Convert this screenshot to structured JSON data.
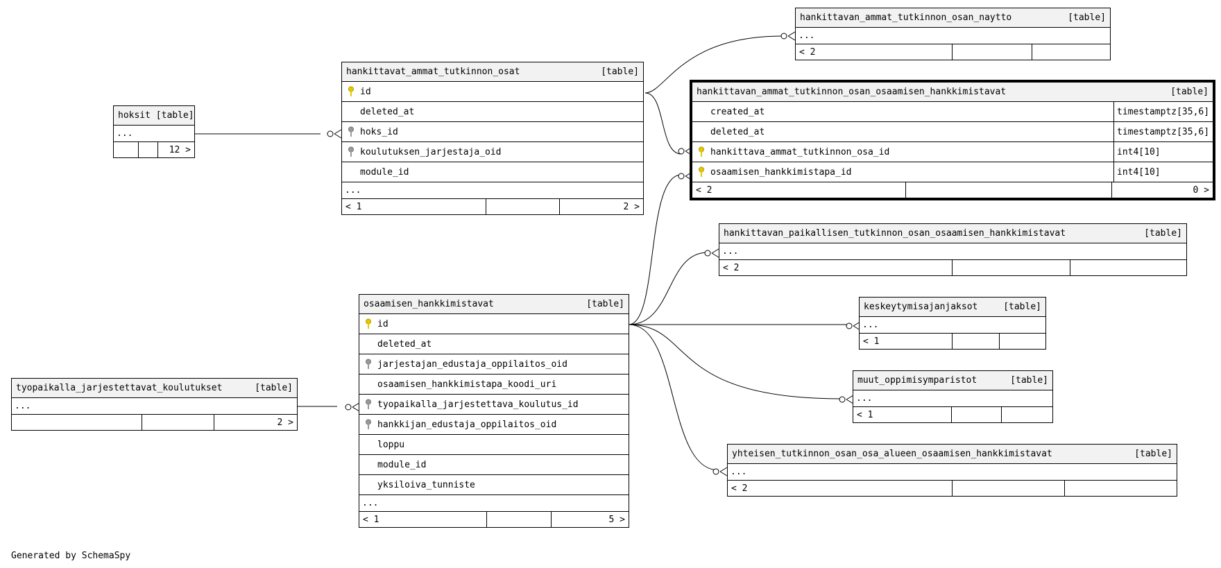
{
  "tag": "[table]",
  "generated_by": "Generated by SchemaSpy",
  "tables": {
    "hoksit": {
      "name": "hoksit [table]",
      "ellipsis": "...",
      "right": "12 >"
    },
    "osat": {
      "name": "hankittavat_ammat_tutkinnon_osat",
      "columns": [
        "id",
        "deleted_at",
        "hoks_id",
        "koulutuksen_jarjestaja_oid",
        "module_id"
      ],
      "ellipsis": "...",
      "left": "< 1",
      "right": "2 >"
    },
    "naytto": {
      "name": "hankittavan_ammat_tutkinnon_osan_naytto",
      "ellipsis": "...",
      "left": "< 2"
    },
    "focus": {
      "name": "hankittavan_ammat_tutkinnon_osan_osaamisen_hankkimistavat",
      "columns": [
        "created_at",
        "deleted_at",
        "hankittava_ammat_tutkinnon_osa_id",
        "osaamisen_hankkimistapa_id"
      ],
      "types": [
        "timestamptz[35,6]",
        "timestamptz[35,6]",
        "int4[10]",
        "int4[10]"
      ],
      "left": "< 2",
      "right": "0 >"
    },
    "paikallisen": {
      "name": "hankittavan_paikallisen_tutkinnon_osan_osaamisen_hankkimistavat",
      "ellipsis": "...",
      "left": "< 2"
    },
    "keskey": {
      "name": "keskeytymisajanjaksot",
      "ellipsis": "...",
      "left": "< 1"
    },
    "muut": {
      "name": "muut_oppimisymparistot",
      "ellipsis": "...",
      "left": "< 1"
    },
    "yhteisen": {
      "name": "yhteisen_tutkinnon_osan_osa_alueen_osaamisen_hankkimistavat",
      "ellipsis": "...",
      "left": "< 2"
    },
    "osaamisen": {
      "name": "osaamisen_hankkimistavat",
      "columns": [
        "id",
        "deleted_at",
        "jarjestajan_edustaja_oppilaitos_oid",
        "osaamisen_hankkimistapa_koodi_uri",
        "tyopaikalla_jarjestettava_koulutus_id",
        "hankkijan_edustaja_oppilaitos_oid",
        "loppu",
        "module_id",
        "yksiloiva_tunniste"
      ],
      "ellipsis": "...",
      "left": "< 1",
      "right": "5 >"
    },
    "tyopaikalla": {
      "name": "tyopaikalla_jarjestettavat_koulutukset",
      "ellipsis": "...",
      "right": "2 >"
    }
  },
  "colors": {
    "primary_key": "#e6c800",
    "foreign_key": "#999999",
    "header_bg": "#f2f2f2"
  }
}
